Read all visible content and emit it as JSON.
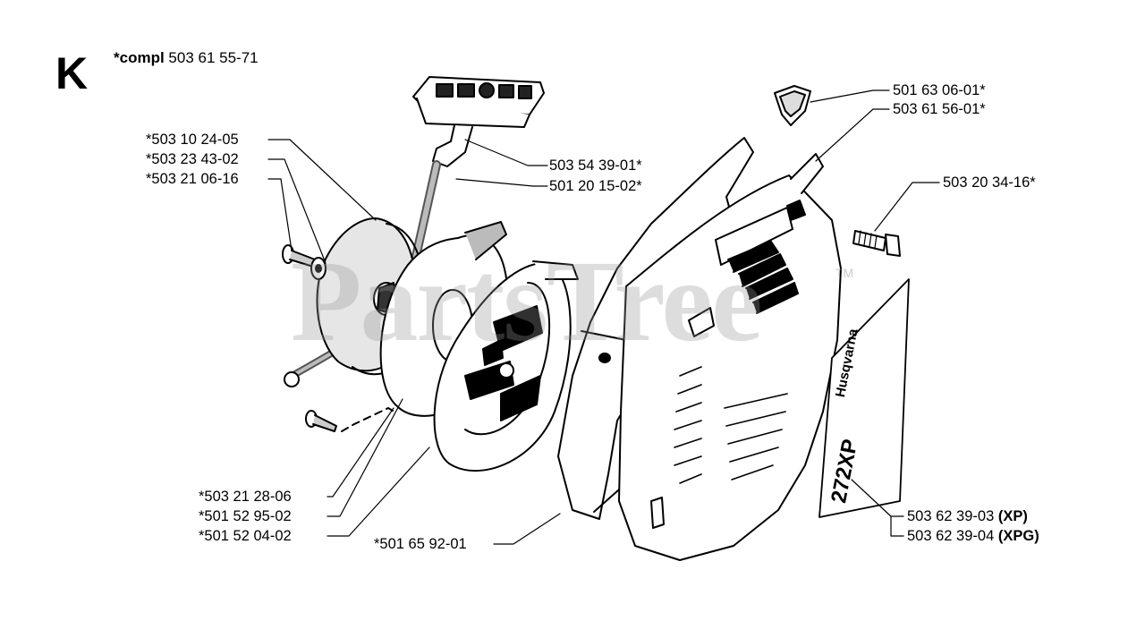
{
  "section": {
    "letter": "K",
    "compl_prefix": "*compl",
    "compl_number": "503 61 55-71"
  },
  "watermark": {
    "text": "PartsTree",
    "tm": "TM"
  },
  "decal": {
    "brand": "Husqvarna",
    "model": "272XP"
  },
  "parts": [
    {
      "id": "p1",
      "number": "*503 10 24-05"
    },
    {
      "id": "p2",
      "number": "*503 23 43-02"
    },
    {
      "id": "p3",
      "number": "*503 21 06-16"
    },
    {
      "id": "p4",
      "number": "503 54 39-01*"
    },
    {
      "id": "p5",
      "number": "501 20 15-02*"
    },
    {
      "id": "p6",
      "number": "501 63 06-01*"
    },
    {
      "id": "p7",
      "number": "503 61 56-01*"
    },
    {
      "id": "p8",
      "number": "503 20 34-16*"
    },
    {
      "id": "p9",
      "number": "*503 21 28-06"
    },
    {
      "id": "p10",
      "number": "*501 52 95-02"
    },
    {
      "id": "p11",
      "number": "*501 52 04-02"
    },
    {
      "id": "p12",
      "number": "*501 65 92-01"
    },
    {
      "id": "p13",
      "number": "503 62 39-03",
      "variant": "(XP)"
    },
    {
      "id": "p14",
      "number": "503 62 39-04",
      "variant": "(XPG)"
    }
  ]
}
